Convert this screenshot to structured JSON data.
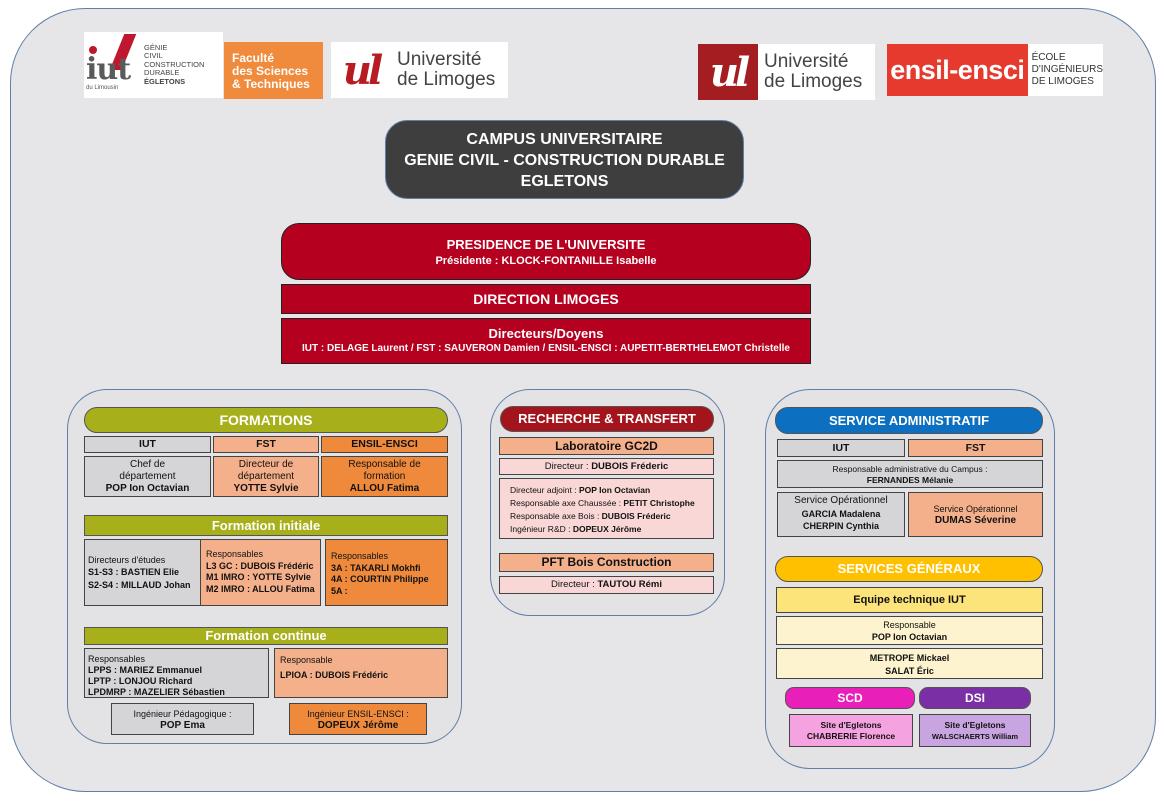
{
  "logos": {
    "iut_text": "iut",
    "iut_sub": "du Limousin",
    "iut_lines": [
      "GÉNIE",
      "CIVIL",
      "CONSTRUCTION",
      "DURABLE",
      "ÉGLETONS"
    ],
    "fst_lines": [
      "Faculté",
      "des Sciences",
      "& Techniques"
    ],
    "ul_mark": "ul",
    "ul_lines": [
      "Université",
      "de Limoges"
    ],
    "ensil_mark": "ensil-ensci",
    "ensil_sub": [
      "ÉCOLE",
      "D'INGÉNIEURS",
      "DE LIMOGES"
    ]
  },
  "campus": {
    "line1": "CAMPUS UNIVERSITAIRE",
    "line2": "GENIE CIVIL - CONSTRUCTION DURABLE",
    "line3": "EGLETONS"
  },
  "presidence": {
    "title": "PRESIDENCE DE L'UNIVERSITE",
    "sub": "Présidente : KLOCK-FONTANILLE Isabelle"
  },
  "direction": {
    "title": "DIRECTION LIMOGES"
  },
  "directeurs": {
    "title": "Directeurs/Doyens",
    "sub": "IUT : DELAGE Laurent / FST : SAUVERON Damien / ENSIL-ENSCI : AUPETIT-BERTHELEMOT Christelle"
  },
  "formations": {
    "title": "FORMATIONS",
    "cols": [
      "IUT",
      "FST",
      "ENSIL-ENSCI"
    ],
    "chefs": [
      {
        "role": "Chef de département",
        "name": "POP Ion Octavian"
      },
      {
        "role": "Directeur de département",
        "name": "YOTTE Sylvie"
      },
      {
        "role": "Responsable de formation",
        "name": "ALLOU Fatima"
      }
    ],
    "initiale": {
      "title": "Formation initiale",
      "iut_head": "Directeurs d'études",
      "iut_rows": [
        [
          "S1-S3 : ",
          "BASTIEN Elie"
        ],
        [
          "S2-S4 : ",
          "MILLAUD Johan"
        ]
      ],
      "fst_head": "Responsables",
      "fst_rows": [
        [
          "L3 GC : ",
          "DUBOIS Frédéric"
        ],
        [
          "M1 IMRO : ",
          "YOTTE Sylvie"
        ],
        [
          "M2 IMRO : ",
          "ALLOU Fatima"
        ]
      ],
      "ensil_head": "Responsables",
      "ensil_rows": [
        [
          "3A : ",
          "TAKARLI Mokhfi"
        ],
        [
          "4A : ",
          "COURTIN Philippe"
        ],
        [
          "5A : ",
          ""
        ]
      ]
    },
    "continue": {
      "title": "Formation continue",
      "iut_head": "Responsables",
      "iut_rows": [
        [
          "LPPS : ",
          "MARIEZ Emmanuel"
        ],
        [
          "LPTP : ",
          "LONJOU Richard"
        ],
        [
          "LPDMRP : ",
          "MAZELIER Sébastien"
        ]
      ],
      "fst_head": "Responsable",
      "fst_row": [
        "LPIOA : ",
        "DUBOIS Frédéric"
      ]
    },
    "ing_peda": {
      "role": "Ingénieur Pédagogique :",
      "name": "POP Ema"
    },
    "ing_ensil": {
      "role": "Ingénieur ENSIL-ENSCI :",
      "name": "DOPEUX Jérôme"
    }
  },
  "recherche": {
    "title": "RECHERCHE & TRANSFERT",
    "labo": "Laboratoire GC2D",
    "directeur_label": "Directeur : ",
    "directeur_name": "DUBOIS Fréderic",
    "rows": [
      [
        "Directeur adjoint : ",
        "POP Ion Octavian"
      ],
      [
        "Responsable axe Chaussée : ",
        "PETIT Christophe"
      ],
      [
        "Responsable axe Bois : ",
        "DUBOIS Fréderic"
      ],
      [
        "Ingénieur R&D : ",
        "DOPEUX Jérôme"
      ]
    ],
    "pft": "PFT Bois Construction",
    "pft_dir_label": "Directeur : ",
    "pft_dir_name": "TAUTOU Rémi"
  },
  "service_admin": {
    "title": "SERVICE ADMINISTRATIF",
    "cols": [
      "IUT",
      "FST"
    ],
    "resp_role": "Responsable administrative du Campus :",
    "resp_name": "FERNANDES Mélanie",
    "op_left_role": "Service Opérationnel",
    "op_left_names": [
      "GARCIA Madalena",
      "CHERPIN Cynthia"
    ],
    "op_right_role": "Service Opérationnel",
    "op_right_name": "DUMAS Séverine"
  },
  "services_generaux": {
    "title": "SERVICES GÉNÉRAUX",
    "equipe": "Equipe technique IUT",
    "resp_role": "Responsable",
    "resp_name": "POP Ion Octavian",
    "members": [
      "METROPE Mickael",
      "SALAT Éric"
    ]
  },
  "scd": {
    "title": "SCD",
    "site": "Site d'Egletons",
    "name": "CHABRERIE Florence"
  },
  "dsi": {
    "title": "DSI",
    "site": "Site d'Egletons",
    "name": "WALSCHAERTS William"
  },
  "colors": {
    "frame_border": "#5f7fa8",
    "red": "#b5001f",
    "olive": "#a7b01a",
    "dark_red": "#a3141d",
    "blue": "#0c6fbf",
    "yellow": "#ffc000",
    "magenta": "#e81fb8",
    "purple": "#7a2fa5"
  }
}
